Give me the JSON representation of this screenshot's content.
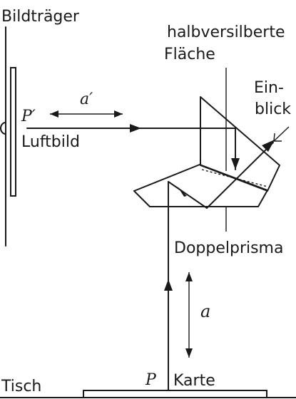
{
  "labels": {
    "image_carrier": "Bildträger",
    "half_silvered_line1": "halbversilberte",
    "half_silvered_line2": "Fläche",
    "viewing_line1": "Ein-",
    "viewing_line2": "blick",
    "image_point": "P′",
    "distance_image": "a′",
    "aerial_image": "Luftbild",
    "double_prism": "Doppelprisma",
    "distance_object": "a",
    "table": "Tisch",
    "object_point": "P",
    "map": "Karte"
  }
}
